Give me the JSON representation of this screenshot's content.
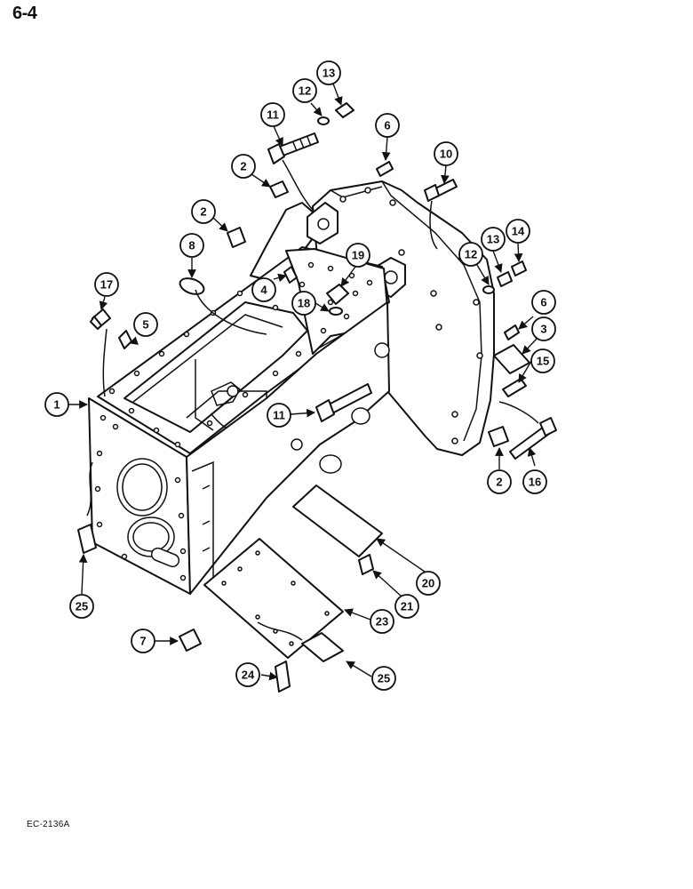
{
  "page_number": "6-4",
  "figure_code": "EC-2136A",
  "callouts": [
    {
      "id": "c1",
      "label": "1"
    },
    {
      "id": "c2a",
      "label": "2"
    },
    {
      "id": "c2b",
      "label": "2"
    },
    {
      "id": "c2c",
      "label": "2"
    },
    {
      "id": "c3",
      "label": "3"
    },
    {
      "id": "c4",
      "label": "4"
    },
    {
      "id": "c5",
      "label": "5"
    },
    {
      "id": "c6a",
      "label": "6"
    },
    {
      "id": "c6b",
      "label": "6"
    },
    {
      "id": "c7",
      "label": "7"
    },
    {
      "id": "c8",
      "label": "8"
    },
    {
      "id": "c10",
      "label": "10"
    },
    {
      "id": "c11a",
      "label": "11"
    },
    {
      "id": "c11b",
      "label": "11"
    },
    {
      "id": "c12a",
      "label": "12"
    },
    {
      "id": "c12b",
      "label": "12"
    },
    {
      "id": "c13a",
      "label": "13"
    },
    {
      "id": "c13b",
      "label": "13"
    },
    {
      "id": "c14",
      "label": "14"
    },
    {
      "id": "c15",
      "label": "15"
    },
    {
      "id": "c16",
      "label": "16"
    },
    {
      "id": "c17",
      "label": "17"
    },
    {
      "id": "c18",
      "label": "18"
    },
    {
      "id": "c19",
      "label": "19"
    },
    {
      "id": "c20",
      "label": "20"
    },
    {
      "id": "c21",
      "label": "21"
    },
    {
      "id": "c23",
      "label": "23"
    },
    {
      "id": "c24",
      "label": "24"
    },
    {
      "id": "c25a",
      "label": "25"
    },
    {
      "id": "c25b",
      "label": "25"
    }
  ]
}
